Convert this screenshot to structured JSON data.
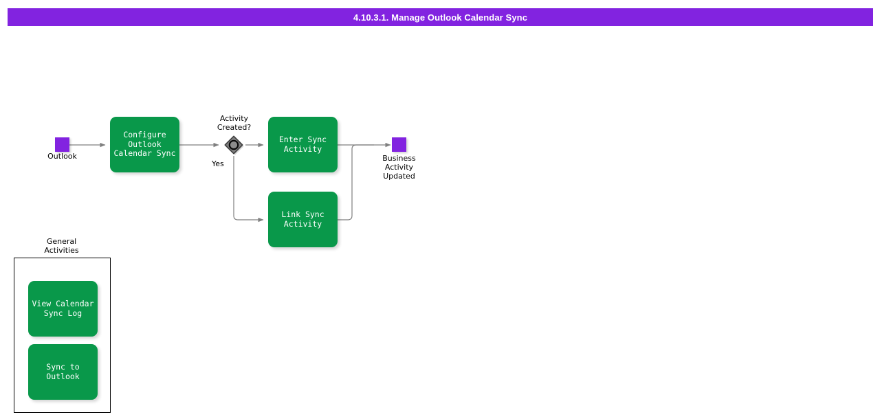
{
  "header": {
    "title": "4.10.3.1. Manage Outlook Calendar Sync",
    "bar_color": "#8223E0",
    "text_color": "#ffffff"
  },
  "theme": {
    "task_color": "#09984A",
    "event_color": "#8223E0",
    "gateway_fill": "#808080",
    "gateway_stroke": "#3C3C3C",
    "connector_color": "#7F7F7F",
    "group_border": "#000000",
    "background": "#ffffff"
  },
  "diagram": {
    "type": "bpmn-process-flow",
    "start_events": [
      {
        "id": "outlook",
        "label": "Outlook",
        "shape": "square",
        "color": "#8223E0"
      }
    ],
    "end_events": [
      {
        "id": "business-activity-updated",
        "label": "Business\nActivity\nUpdated",
        "shape": "square",
        "color": "#8223E0"
      }
    ],
    "tasks": [
      {
        "id": "configure-outlook-calendar-sync",
        "label": "Configure\nOutlook\nCalendar Sync"
      },
      {
        "id": "enter-sync-activity",
        "label": "Enter Sync\nActivity"
      },
      {
        "id": "link-sync-activity",
        "label": "Link Sync\nActivity"
      },
      {
        "id": "view-calendar-sync-log",
        "label": "View Calendar\nSync Log"
      },
      {
        "id": "sync-to-outlook",
        "label": "Sync to Outlook"
      }
    ],
    "gateways": [
      {
        "id": "activity-created",
        "label": "Activity\nCreated?",
        "kind": "event-based"
      }
    ],
    "flow_labels": [
      {
        "id": "yes",
        "label": "Yes"
      }
    ],
    "groups": [
      {
        "id": "general-activities",
        "title": "General\nActivities"
      }
    ]
  }
}
